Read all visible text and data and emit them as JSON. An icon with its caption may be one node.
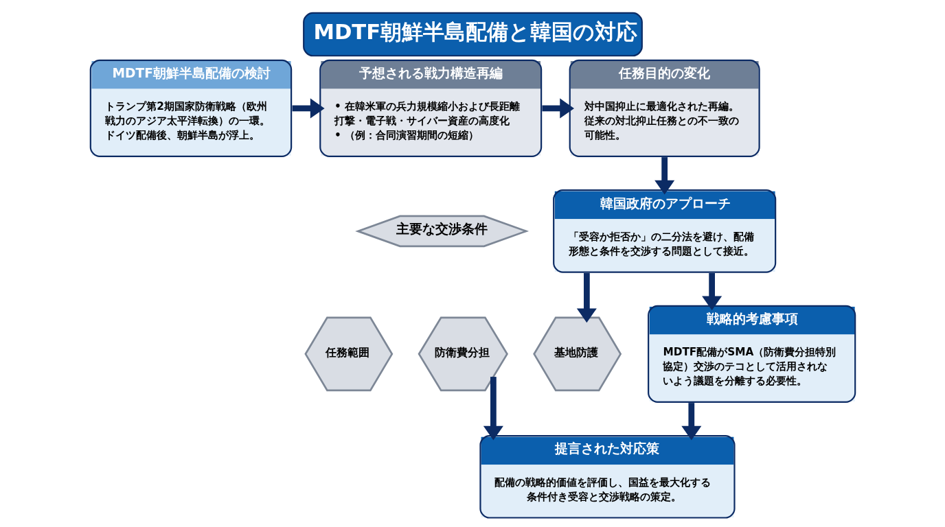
{
  "diagram": {
    "title": "MDTF朝鮮半島配備と韓国の対応",
    "nodes": [
      {
        "text": [
          "MDTF朝鮮半島配備の検討",
          "トランプ第2期国家防衛戦略（欧州戦力のアジア太平洋転換）の一環。ドイツ配備後、朝鮮半島が浮上。"
        ]
      },
      {
        "text": [
          "予想される戦力構造再編",
          "• 在韓米軍の兵力規模縮小および長距離打撃・電子戦・サイバー資産の高度化",
          "• （例：合同演習期間の短縮）"
        ]
      },
      {
        "text": [
          "任務目的の変化",
          "対中国抑止に最適化された再編。従来の対北抑止任務との不一致の可能性。"
        ]
      },
      {
        "text": [
          "韓国政府のアプローチ",
          "「受容か拒否か」の二分法を避け、配備形態と条件を交渉する問題として接近。"
        ]
      },
      {
        "text": [
          "主要な交渉条件"
        ]
      },
      {
        "text": [
          "任務範囲"
        ]
      },
      {
        "text": [
          "防衛費分担"
        ]
      },
      {
        "text": [
          "基地防護"
        ]
      },
      {
        "text": [
          "戦略的考慮事項",
          "MDTF配備がSMA（防衛費分担特別協定）交渉のテコとして活用されないよう議題を分離する必要性。"
        ]
      },
      {
        "text": [
          "提言された対応策",
          "配備の戦略的価値を評価し、国益を最大化する条件付き受容と交渉戦略の策定。"
        ]
      }
    ],
    "edges": [
      {
        "from": 0,
        "to": 1,
        "arrow": "to"
      },
      {
        "from": 1,
        "to": 2,
        "arrow": "to"
      },
      {
        "from": 2,
        "to": 3,
        "arrow": "to"
      },
      {
        "from": 3,
        "to": 7,
        "arrow": "to"
      },
      {
        "from": 3,
        "to": 8,
        "arrow": "to"
      },
      {
        "from": 6,
        "to": 9,
        "arrow": "to"
      },
      {
        "from": 8,
        "to": 9,
        "arrow": "to"
      }
    ]
  }
}
